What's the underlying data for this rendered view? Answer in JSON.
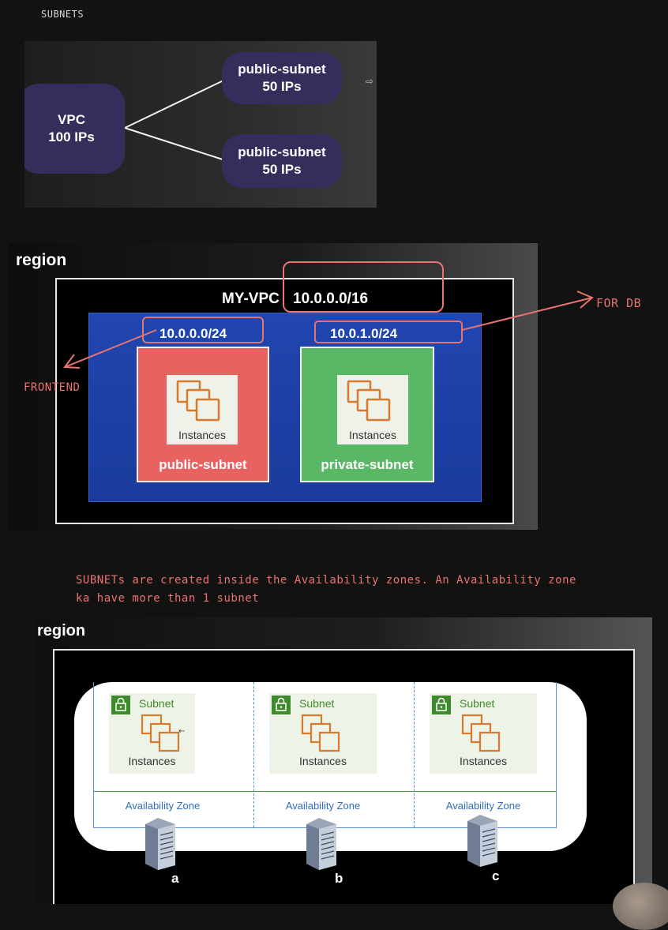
{
  "note_title": "SUBNETS",
  "diagram1": {
    "vpc": {
      "line1": "VPC",
      "line2": "100 IPs"
    },
    "subnet_top": {
      "line1": "public-subnet",
      "line2": "50 IPs"
    },
    "subnet_bottom": {
      "line1": "public-subnet",
      "line2": "50 IPs"
    }
  },
  "diagram2": {
    "region": "region",
    "vpc_name": "MY-VPC",
    "vpc_cidr": "10.0.0.0/16",
    "public": {
      "cidr": "10.0.0.0/24",
      "instances": "Instances",
      "name": "public-subnet"
    },
    "private": {
      "cidr": "10.0.1.0/24",
      "instances": "Instances",
      "name": "private-subnet"
    },
    "annotation_frontend": "FRONTEND",
    "annotation_db": "FOR DB"
  },
  "note": {
    "line1": "SUBNETs are created inside the Availability zones. An Availability zone",
    "line2": "ka have more than 1 subnet"
  },
  "diagram3": {
    "region": "region",
    "zones": [
      {
        "subnet": "Subnet",
        "instances": "Instances",
        "az": "Availability Zone",
        "letter": "a"
      },
      {
        "subnet": "Subnet",
        "instances": "Instances",
        "az": "Availability Zone",
        "letter": "b"
      },
      {
        "subnet": "Subnet",
        "instances": "Instances",
        "az": "Availability Zone",
        "letter": "c"
      }
    ]
  },
  "colors": {
    "annotation": "#e8736f",
    "node": "#372d5c",
    "vpc_blue": "#1e3fa8",
    "public_red": "#e85e5e",
    "private_green": "#59b765",
    "instance_orange": "#d77a2e",
    "subnet_green": "#3f8a2c"
  },
  "icons": [
    "instances-icon",
    "lock-icon",
    "server-icon",
    "arrow-icon"
  ]
}
